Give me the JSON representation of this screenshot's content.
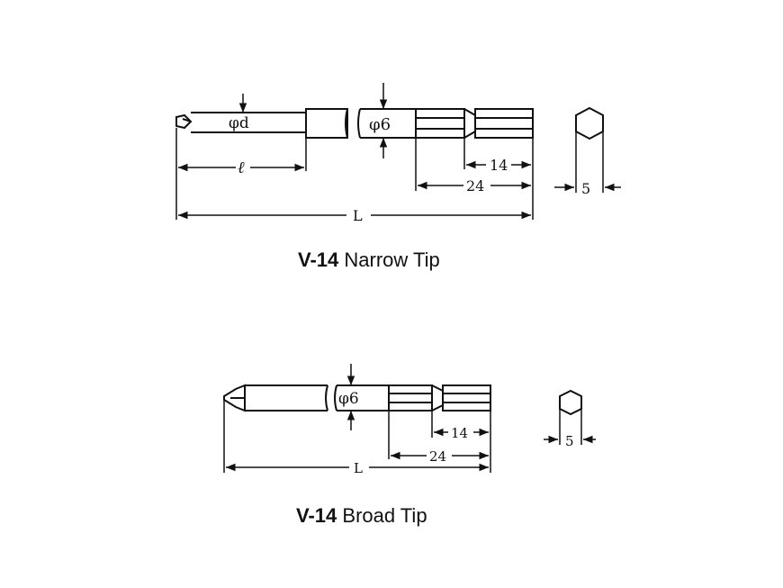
{
  "narrow": {
    "model": "V-14",
    "name": "Narrow Tip",
    "labels": {
      "shaft_diameter": "φd",
      "body_diameter": "φ6",
      "tip_length": "ℓ",
      "hex_length": "14",
      "shank_length": "24",
      "total_length": "L",
      "hex_width": "5"
    }
  },
  "broad": {
    "model": "V-14",
    "name": "Broad Tip",
    "labels": {
      "body_diameter": "φ6",
      "hex_length": "14",
      "shank_length": "24",
      "total_length": "L",
      "hex_width": "5"
    }
  },
  "colors": {
    "ink": "#111111",
    "background": "#ffffff"
  }
}
